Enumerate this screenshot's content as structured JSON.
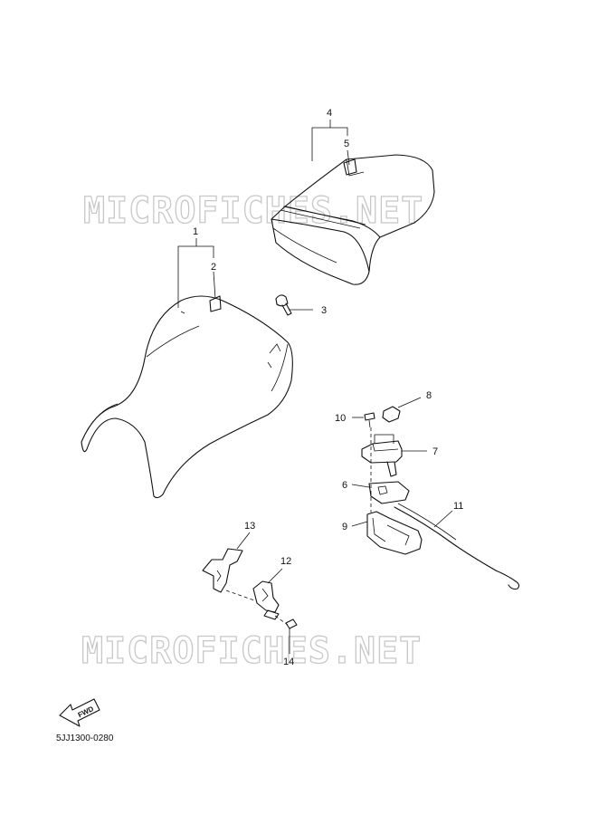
{
  "watermark": "MICROFICHES.NET",
  "callouts": {
    "n1": "1",
    "n2": "2",
    "n3": "3",
    "n4": "4",
    "n5": "5",
    "n6": "6",
    "n7": "7",
    "n8": "8",
    "n9": "9",
    "n10": "10",
    "n11": "11",
    "n12": "12",
    "n13": "13",
    "n14": "14"
  },
  "fwd_label": "FWD",
  "diagram_code": "5JJ1300-0280"
}
